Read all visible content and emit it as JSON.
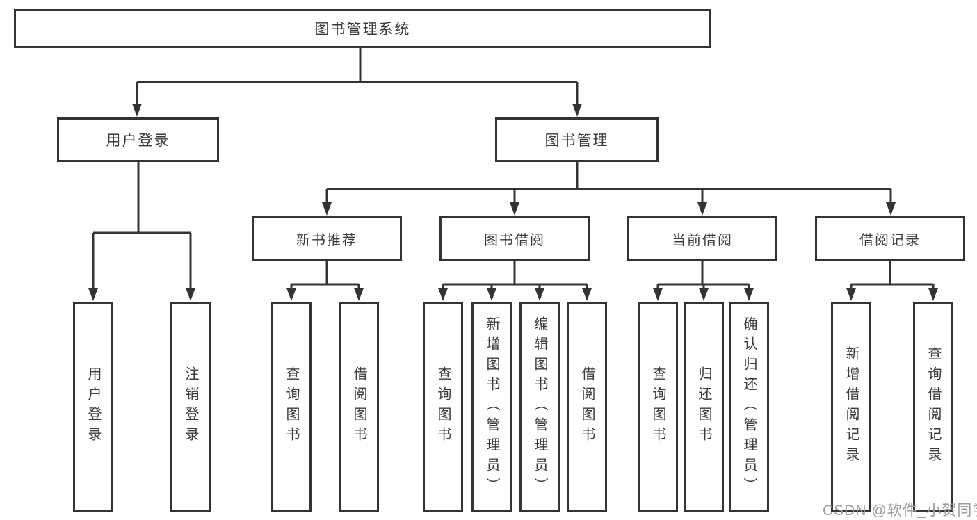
{
  "diagram": {
    "root": {
      "label": "图书管理系统"
    },
    "branches": {
      "user_login": {
        "label": "用户登录",
        "children": {
          "login": "用户登录",
          "logout": "注销登录"
        }
      },
      "book_management": {
        "label": "图书管理",
        "sections": {
          "new_book_recommend": {
            "label": "新书推荐",
            "children": {
              "query_books": "查询图书",
              "borrow_books": "借阅图书"
            }
          },
          "book_borrowing": {
            "label": "图书借阅",
            "children": {
              "query_books": "查询图书",
              "add_books": "新增图书（管理员）",
              "edit_books": "编辑图书（管理员）",
              "borrow_books": "借阅图书"
            }
          },
          "current_borrowing": {
            "label": "当前借阅",
            "children": {
              "query_books": "查询图书",
              "return_books": "归还图书",
              "confirm_return": "确认归还（管理员）"
            }
          },
          "borrowing_records": {
            "label": "借阅记录",
            "children": {
              "add_record": "新增借阅记录",
              "query_record": "查询借阅记录"
            }
          }
        }
      }
    }
  },
  "watermark": {
    "text": "CSDN @软件_小贺同学"
  },
  "colors": {
    "line": "#333333",
    "text": "#3a3a3a",
    "background": "#ffffff",
    "watermark": "#9c9c9c"
  }
}
